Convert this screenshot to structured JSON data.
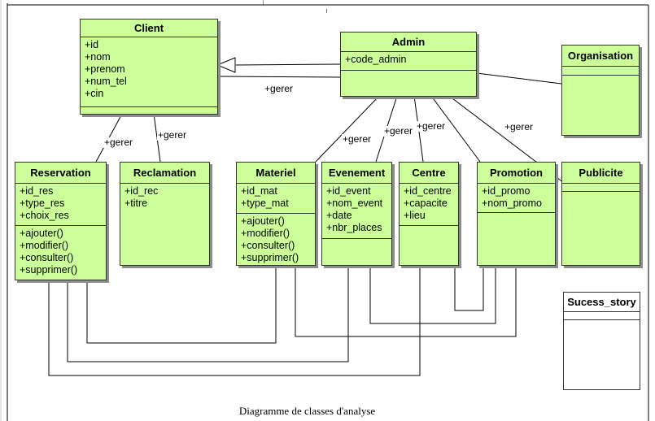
{
  "diagram": {
    "caption": "Diagramme de classes d'analyse",
    "fill_color": "#ccff99",
    "classes": {
      "client": {
        "name": "Client",
        "attributes": [
          "+id",
          "+nom",
          "+prenom",
          "+num_tel",
          "+cin"
        ],
        "methods": []
      },
      "admin": {
        "name": "Admin",
        "attributes": [
          "+code_admin"
        ],
        "methods": []
      },
      "organisation": {
        "name": "Organisation",
        "attributes": [],
        "methods": []
      },
      "reservation": {
        "name": "Reservation",
        "attributes": [
          "+id_res",
          "+type_res",
          "+choix_res"
        ],
        "methods": [
          "+ajouter()",
          "+modifier()",
          "+consulter()",
          "+supprimer()"
        ]
      },
      "reclamation": {
        "name": "Reclamation",
        "attributes": [
          "+id_rec",
          "+titre"
        ],
        "methods": []
      },
      "materiel": {
        "name": "Materiel",
        "attributes": [
          "+id_mat",
          "+type_mat"
        ],
        "methods": [
          "+ajouter()",
          "+modifier()",
          "+consulter()",
          "+supprimer()"
        ]
      },
      "evenement": {
        "name": "Evenement",
        "attributes": [
          "+id_event",
          "+nom_event",
          "+date",
          "+nbr_places"
        ],
        "methods": []
      },
      "centre": {
        "name": "Centre",
        "attributes": [
          "+id_centre",
          "+capacite",
          "+lieu"
        ],
        "methods": []
      },
      "promotion": {
        "name": "Promotion",
        "attributes": [
          "+id_promo",
          "+nom_promo"
        ],
        "methods": []
      },
      "publicite": {
        "name": "Publicite",
        "attributes": [],
        "methods": []
      },
      "sucess_story": {
        "name": "Sucess_story",
        "attributes": [],
        "methods": []
      }
    },
    "labels": {
      "admin_client": "+gerer",
      "client_reservation": "+gerer",
      "client_reclamation": "+gerer",
      "admin_evenement": "+gerer",
      "admin_materiel": "+gerer",
      "admin_centre": "+gerer",
      "admin_publicite": "+gerer"
    }
  }
}
